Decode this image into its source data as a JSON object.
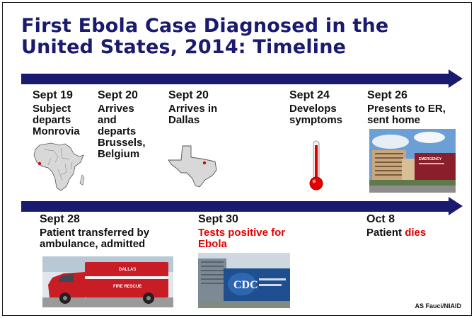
{
  "title": "First Ebola Case Diagnosed in the United States, 2014: Timeline",
  "events_top": [
    {
      "date": "Sept 19",
      "desc": "Subject\ndeparts\nMonrovia"
    },
    {
      "date": "Sept 20",
      "desc": "Arrives\nand\ndeparts\nBrussels,\nBelgium"
    },
    {
      "date": "Sept 20",
      "desc": "Arrives in\nDallas"
    },
    {
      "date": "Sept 24",
      "desc": "Develops\nsymptoms"
    },
    {
      "date": "Sept 26",
      "desc": "Presents to ER,\nsent home"
    }
  ],
  "events_bottom": [
    {
      "date": "Sept 28",
      "desc": "Patient transferred by\nambulance, admitted"
    },
    {
      "date": "Sept 30",
      "desc": "Tests positive for\nEbola"
    },
    {
      "date": "Oct 8",
      "desc_prefix": "Patient ",
      "desc_red": "dies"
    }
  ],
  "images": {
    "ambulance_text_1": "DALLAS",
    "ambulance_text_2": "FIRE RESCUE",
    "hospital_sign": "EMERGENCY",
    "cdc_logo": "CDC"
  },
  "colors": {
    "navy": "#1a1a6e",
    "red": "#e00000"
  },
  "credit": "AS Fauci/NIAID"
}
